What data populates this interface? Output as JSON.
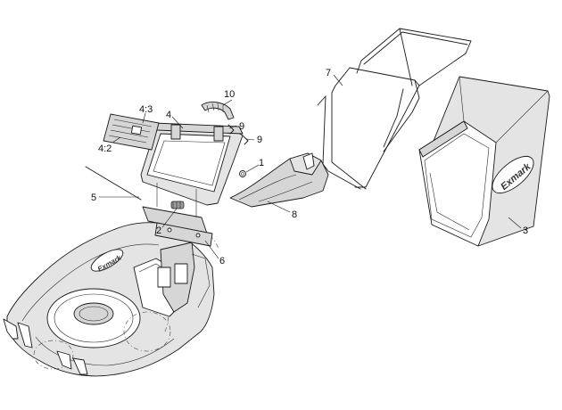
{
  "callouts": {
    "c1": "1",
    "c2": "2",
    "c3": "3",
    "c4": "4",
    "c4_2": "4:2",
    "c4_3": "4:3",
    "c5": "5",
    "c6": "6",
    "c7": "7",
    "c8": "8",
    "c9a": "9",
    "c9b": "9",
    "c10": "10"
  },
  "brand_logo": "Exmark"
}
